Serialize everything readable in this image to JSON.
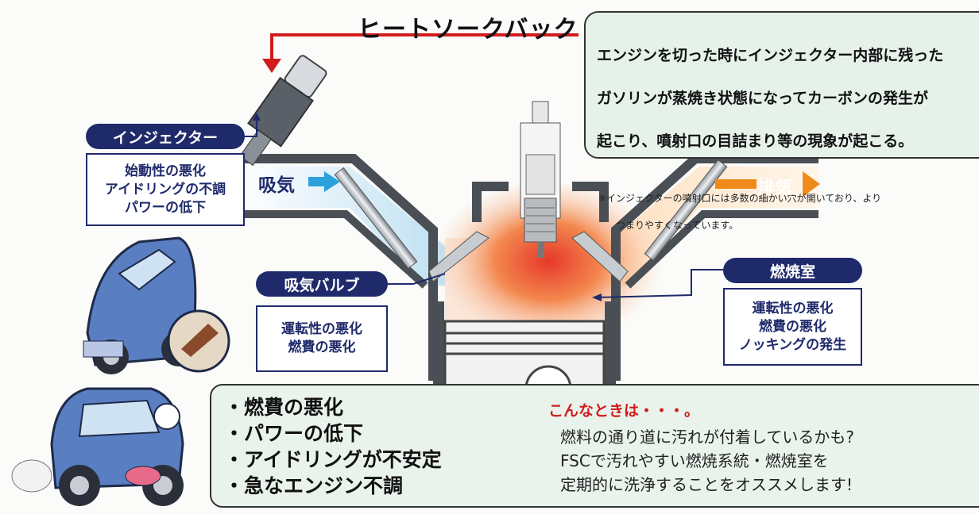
{
  "title": "ヒートソークバック",
  "note": {
    "main_lines": [
      "エンジンを切った時にインジェクター内部に残った",
      "ガソリンが蒸焼き状態になってカーボンの発生が",
      "起こり、噴射口の目詰まり等の現象が起こる。"
    ],
    "sub_lines": [
      "※インジェクターの噴射口には多数の細かい穴が開いており、より",
      "つまりやすくなっています。"
    ]
  },
  "injector": {
    "label": "インジェクター",
    "symptoms": [
      "始動性の悪化",
      "アイドリングの不調",
      "パワーの低下"
    ]
  },
  "intake": {
    "label": "吸気"
  },
  "exhaust": {
    "label": "排気"
  },
  "intake_valve": {
    "label": "吸気バルブ",
    "symptoms": [
      "運転性の悪化",
      "燃費の悪化"
    ]
  },
  "combustion_chamber": {
    "label": "燃焼室",
    "symptoms": [
      "運転性の悪化",
      "燃費の悪化",
      "ノッキングの発生"
    ]
  },
  "summary": {
    "bullets": [
      "・燃費の悪化",
      "・パワーの低下",
      "・アイドリングが不安定",
      "・急なエンジン不調"
    ],
    "recommend_head": "こんなときは・・・。",
    "recommend_lines": [
      "燃料の通り道に汚れが付着しているかも?",
      "FSCで汚れやすい燃焼系統・燃焼室を",
      "定期的に洗浄することをオススメします!"
    ]
  },
  "colors": {
    "navy": "#1f2a6b",
    "red": "#d21b1b",
    "intake_arrow": "#2aa0dc",
    "exhaust_arrow": "#f08a1a",
    "note_bg": "#e6f1ea"
  }
}
